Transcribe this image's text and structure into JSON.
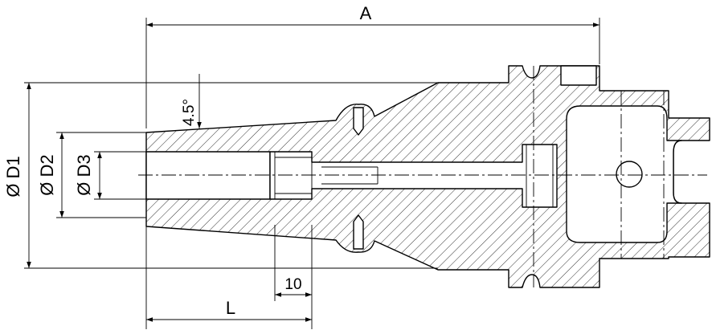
{
  "drawing": {
    "dimensions": {
      "overall_length": "A",
      "gauge_length": "L",
      "collar_offset": "10",
      "taper_angle": "4.5°",
      "outer_diameter": "Ø D1",
      "nose_diameter": "Ø D2",
      "bore_diameter": "Ø D3"
    }
  }
}
